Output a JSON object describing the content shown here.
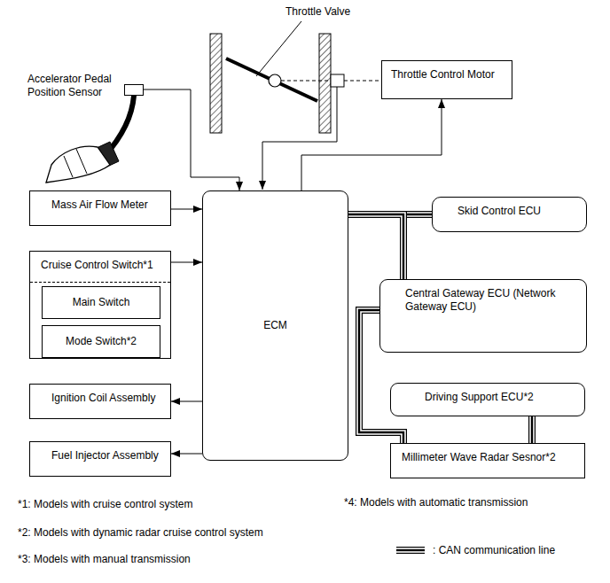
{
  "diagram": {
    "nodes": [
      {
        "text": [
          "Accelerator Pedal Position Sensor"
        ]
      },
      {
        "text": [
          "Throttle Control Motor"
        ]
      },
      {
        "text": [
          "Mass Air Flow Meter"
        ]
      },
      {
        "text": [
          "Cruise Control Switch*1"
        ]
      },
      {
        "text": [
          "Main Switch"
        ],
        "in": 3
      },
      {
        "text": [
          "Mode Switch*2"
        ],
        "in": 3
      },
      {
        "text": [
          "Ignition Coil Assembly"
        ]
      },
      {
        "text": [
          "Fuel Injector Assembly"
        ]
      },
      {
        "text": [
          "ECM"
        ]
      },
      {
        "text": [
          "Skid Control ECU"
        ]
      },
      {
        "text": [
          "Central Gateway ECU (Network Gateway ECU)"
        ]
      },
      {
        "text": [
          "Driving Support ECU*2"
        ]
      },
      {
        "text": [
          "Millimeter Wave Radar Sesnor*2"
        ]
      }
    ],
    "edges": [
      {
        "from": 0,
        "to": 8,
        "arrow": "to"
      },
      {
        "from": 8,
        "to": 1,
        "arrow": "to"
      },
      {
        "from": 2,
        "to": 8,
        "arrow": "to"
      },
      {
        "from": 3,
        "to": 8,
        "arrow": "to"
      },
      {
        "from": 8,
        "to": 6,
        "arrow": "to"
      },
      {
        "from": 8,
        "to": 7,
        "arrow": "to"
      },
      {
        "from": 8,
        "to": 9,
        "arrow": "none"
      },
      {
        "from": 8,
        "to": 10,
        "arrow": "none"
      },
      {
        "from": 10,
        "to": 12,
        "arrow": "none"
      },
      {
        "from": 11,
        "to": 12,
        "arrow": "none"
      }
    ],
    "labels": [
      "Throttle Valve",
      "*1: Models with cruise control system",
      "*4: Models with automatic transmission",
      "*2: Models with dynamic radar cruise control system",
      "*3: Models with manual transmission"
    ],
    "legend": [
      {
        "text": ": CAN communication line"
      }
    ]
  }
}
